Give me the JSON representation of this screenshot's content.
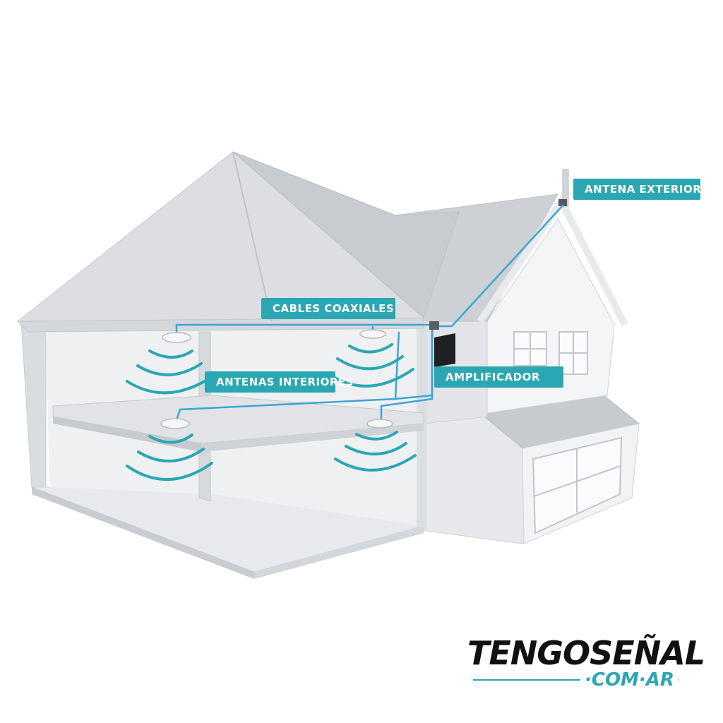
{
  "labels": {
    "antena_exterior": "ANTENA EXTERIOR",
    "cables_coaxiales": "CABLES COAXIALES",
    "amplificador": "AMPLIFICADOR",
    "antenas_interiores": "ANTENAS INTERIORES"
  },
  "logo": {
    "main": "TENGOSEÑAL",
    "sub": "·COM·AR"
  },
  "colors": {
    "accent": "#2aa7b2",
    "cable": "#3aa6d4",
    "wave": "#2aa7b2",
    "house_light": "#eef0f2",
    "house_mid": "#dfe1e4",
    "house_dark": "#c9ccd0",
    "amplifier": "#1e2023"
  }
}
